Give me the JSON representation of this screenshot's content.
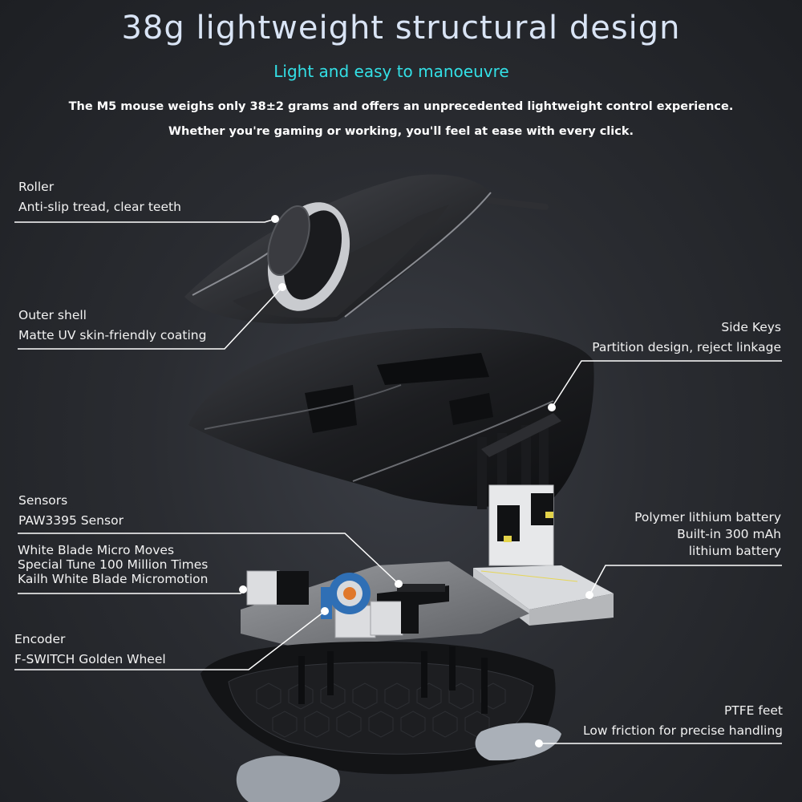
{
  "header": {
    "title": "38g lightweight structural design",
    "subtitle": "Light and easy to manoeuvre",
    "desc_line1": "The M5 mouse weighs only 38±2 grams and offers an unprecedented lightweight control experience.",
    "desc_line2": "Whether you're gaming or working, you'll feel at ease with every click."
  },
  "callouts": {
    "roller": {
      "title": "Roller",
      "detail": "Anti-slip tread, clear teeth"
    },
    "outer_shell": {
      "title": "Outer shell",
      "detail": "Matte UV skin-friendly coating"
    },
    "side_keys": {
      "title": "Side Keys",
      "detail": "Partition design, reject linkage"
    },
    "sensors": {
      "title": "Sensors",
      "detail": "PAW3395 Sensor"
    },
    "micro": {
      "line1": "White Blade Micro Moves",
      "line2": "Special Tune 100 Million Times",
      "line3": "Kailh White Blade Micromotion"
    },
    "battery": {
      "line1": "Polymer lithium battery",
      "line2": "Built-in 300 mAh",
      "line3": "lithium battery"
    },
    "encoder": {
      "title": "Encoder",
      "detail": "F-SWITCH Golden Wheel"
    },
    "ptfe": {
      "title": "PTFE feet",
      "detail": "Low friction for precise handling"
    }
  },
  "colors": {
    "accent": "#33e0e6",
    "title": "#d9e4f5",
    "background": "#2a2c31"
  }
}
